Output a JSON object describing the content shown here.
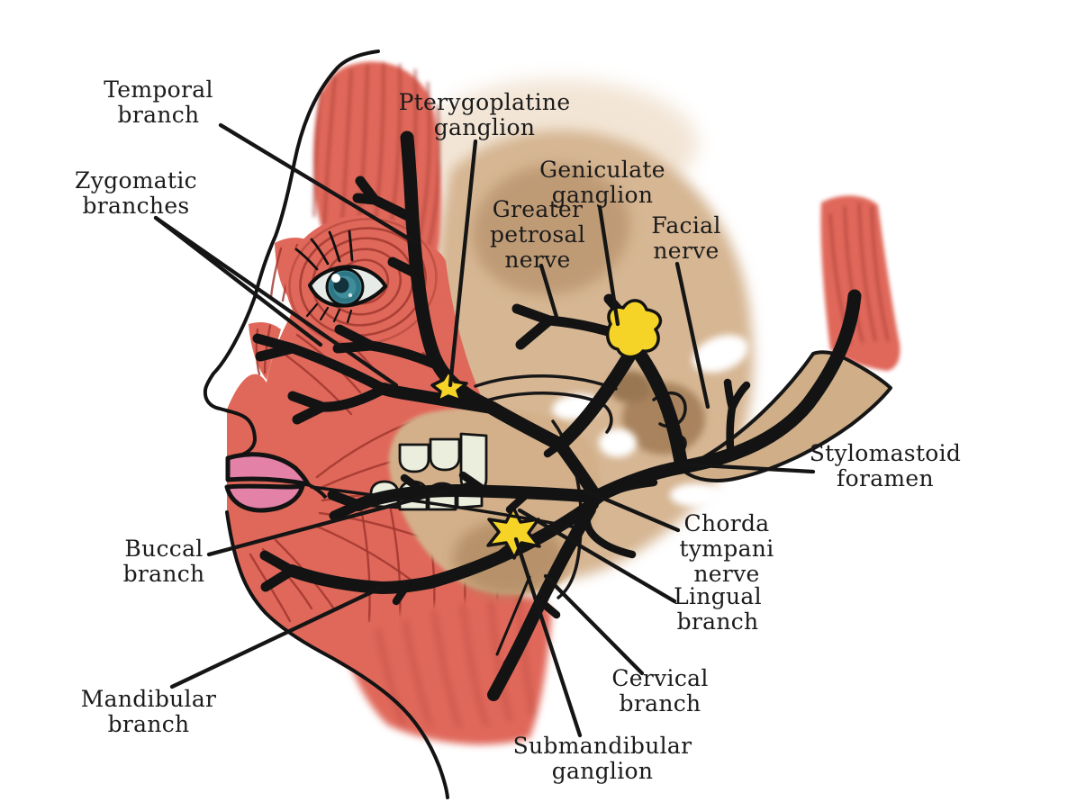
{
  "figure": {
    "type": "anatomical-diagram",
    "subject": "Facial nerve and its branches, lateral view of the head",
    "background": "#ffffff"
  },
  "colors": {
    "nerve_yellow": "#F6D427",
    "nerve_outline": "#131313",
    "muscle_red": "#E0685A",
    "muscle_stripe": "#9C332A",
    "bone_tan": "#D6B693",
    "bone_tan_dark": "#B5906B",
    "lip_pink": "#E381A7",
    "iris_teal": "#3F8D9B",
    "teeth": "#ECEEDD",
    "label_text": "#1B1B1B",
    "leader_line": "#151515"
  },
  "labels": [
    {
      "id": "temporal-branch",
      "text": "Temporal\nbranch"
    },
    {
      "id": "zygomatic-branches",
      "text": "Zygomatic\nbranches"
    },
    {
      "id": "pterygoplatine-ganglion",
      "text": "Pterygoplatine\nganglion"
    },
    {
      "id": "geniculate-ganglion",
      "text": "Geniculate\nganglion"
    },
    {
      "id": "greater-petrosal-nerve",
      "text": "Greater\npetrosal\nnerve"
    },
    {
      "id": "facial-nerve",
      "text": "Facial\nnerve"
    },
    {
      "id": "stylomastoid-foramen",
      "text": "Stylomastoid\nforamen"
    },
    {
      "id": "chorda-tympani-nerve",
      "text": "Chorda\ntympani\nnerve"
    },
    {
      "id": "lingual-branch",
      "text": "Lingual\nbranch"
    },
    {
      "id": "cervical-branch",
      "text": "Cervical\nbranch"
    },
    {
      "id": "submandibular-ganglion",
      "text": "Submandibular\nganglion"
    },
    {
      "id": "mandibular-branch",
      "text": "Mandibular\nbranch"
    },
    {
      "id": "buccal-branch",
      "text": "Buccal\nbranch"
    }
  ]
}
